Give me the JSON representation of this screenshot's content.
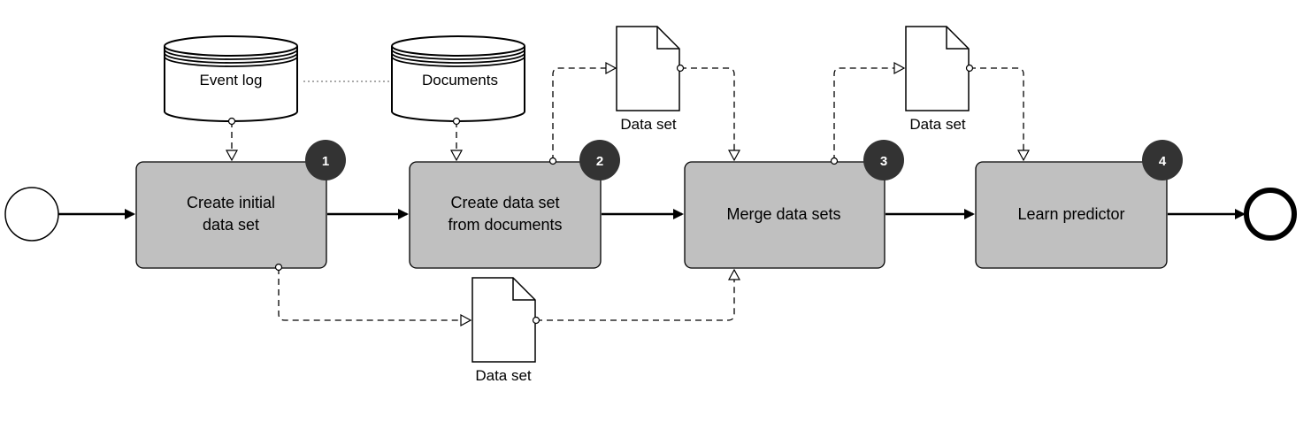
{
  "diagram": {
    "data_stores": [
      {
        "id": "event_log",
        "label": "Event log"
      },
      {
        "id": "documents",
        "label": "Documents"
      }
    ],
    "tasks": [
      {
        "id": "task1",
        "badge": "1",
        "lines": [
          "Create initial",
          "data set"
        ]
      },
      {
        "id": "task2",
        "badge": "2",
        "lines": [
          "Create data set",
          "from documents"
        ]
      },
      {
        "id": "task3",
        "badge": "3",
        "lines": [
          "Merge data sets"
        ]
      },
      {
        "id": "task4",
        "badge": "4",
        "lines": [
          "Learn predictor"
        ]
      }
    ],
    "data_objects": [
      {
        "id": "ds_top_left",
        "label": "Data set"
      },
      {
        "id": "ds_top_right",
        "label": "Data set"
      },
      {
        "id": "ds_bottom",
        "label": "Data set"
      }
    ],
    "colors": {
      "task_fill": "#c0c0c0",
      "badge_fill": "#333333",
      "line": "#000000"
    }
  }
}
